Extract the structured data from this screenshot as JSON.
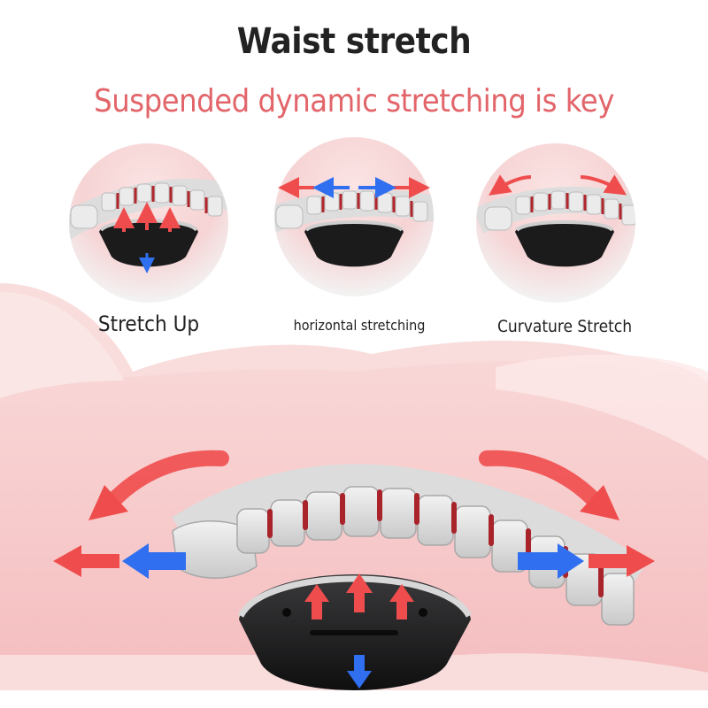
{
  "header": {
    "title": "Waist stretch",
    "subtitle": "Suspended dynamic stretching is key"
  },
  "modes": [
    {
      "label": "Stretch Up",
      "icon": "up-arrows-icon"
    },
    {
      "label": "horizontal stretching",
      "icon": "horizontal-arrows-icon"
    },
    {
      "label": "Curvature Stretch",
      "icon": "curved-arrows-icon"
    }
  ],
  "colors": {
    "accent_red": "#e2656a",
    "arrow_red": "#ef4d4d",
    "arrow_blue": "#2f6ff0",
    "skin_pink": "#f7c9cb",
    "device_black": "#1b1b1c"
  }
}
